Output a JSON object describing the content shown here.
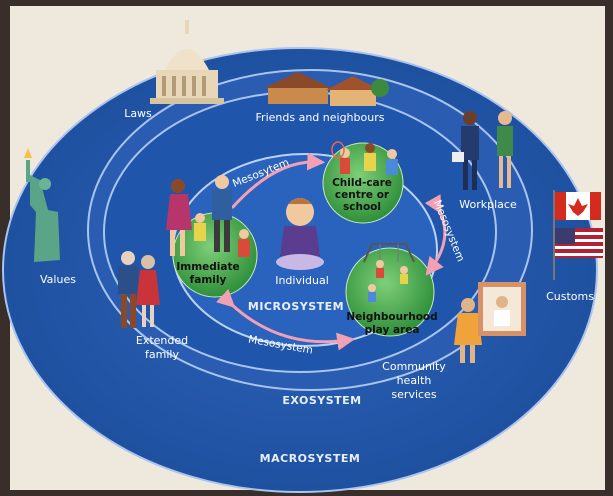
{
  "labels": {
    "macrosystem": "MACROSYSTEM",
    "exosystem": "EXOSYSTEM",
    "microsystem": "MICROSYSTEM",
    "individual": "Individual",
    "laws": "Laws",
    "friends": "Friends and neighbours",
    "workplace": "Workplace",
    "values": "Values",
    "customs": "Customs",
    "extended_family_1": "Extended",
    "extended_family_2": "family",
    "community_1": "Community",
    "community_2": "health",
    "community_3": "services",
    "immediate_1": "Immediate",
    "immediate_2": "family",
    "childcare_1": "Child-care",
    "childcare_2": "centre or",
    "childcare_3": "school",
    "play_1": "Neighbourhood",
    "play_2": "play area",
    "meso_top": "Mesosytem",
    "meso_right": "Mesosystem",
    "meso_bottom": "Mesosystem"
  },
  "icons": [
    "capitol-icon",
    "houses-icon",
    "business-people-icon",
    "statue-of-liberty-icon",
    "flags-icon",
    "grandparents-icon",
    "nurse-icon",
    "family-icon",
    "child-icon",
    "children-school-icon",
    "playground-icon"
  ]
}
